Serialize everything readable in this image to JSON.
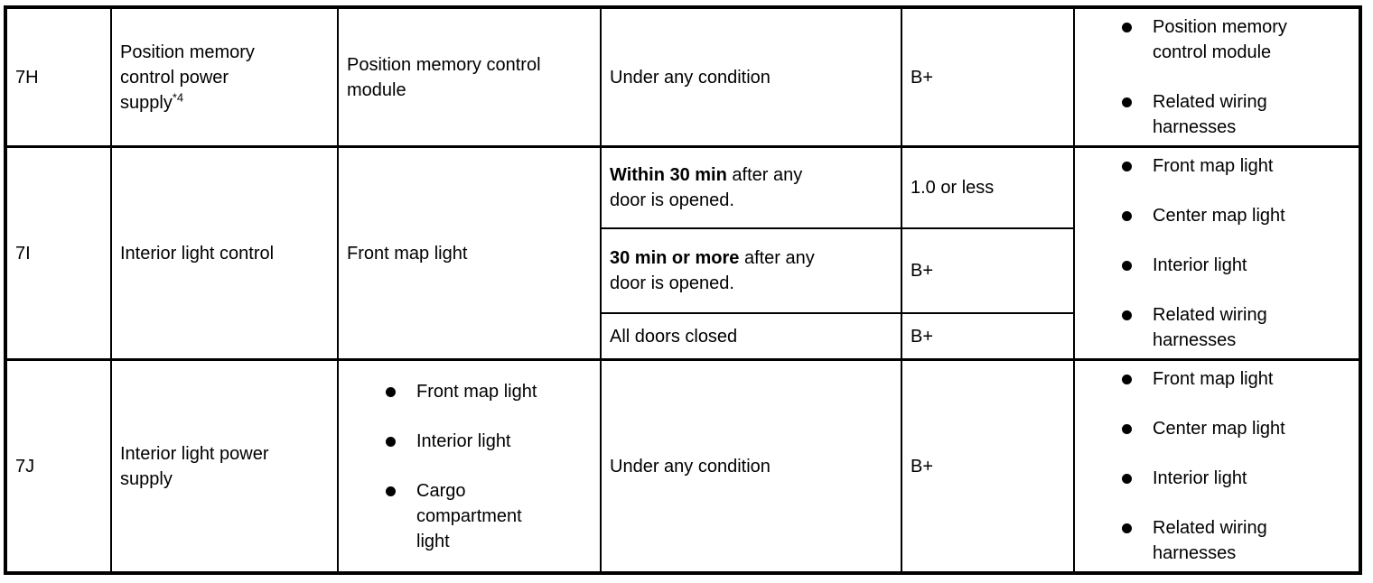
{
  "colors": {
    "background": "#ffffff",
    "text": "#000000",
    "border": "#000000"
  },
  "rows": [
    {
      "id": "7H",
      "function": "Position memory\ncontrol power\nsupply",
      "function_note_sup": "*4",
      "component": "Position memory control\nmodule",
      "conditions": [
        {
          "bold": "",
          "text": "Under any condition",
          "value": "B+"
        }
      ],
      "connected_parts": [
        "Position memory\ncontrol module",
        "Related wiring\nharnesses"
      ]
    },
    {
      "id": "7I",
      "function": "Interior light control",
      "component": "Front map light",
      "conditions": [
        {
          "bold": "Within 30 min",
          "text": " after any\ndoor is opened.",
          "value": "1.0 or less"
        },
        {
          "bold": "30 min or more",
          "text": " after any\ndoor is opened.",
          "value": "B+"
        },
        {
          "bold": "",
          "text": "All doors closed",
          "value": "B+"
        }
      ],
      "connected_parts": [
        "Front map light",
        "Center map light",
        "Interior light",
        "Related wiring\nharnesses"
      ]
    },
    {
      "id": "7J",
      "function": "Interior light power\nsupply",
      "component_items": [
        "Front map light",
        "Interior light",
        "Cargo\ncompartment\nlight"
      ],
      "conditions": [
        {
          "bold": "",
          "text": "Under any condition",
          "value": "B+"
        }
      ],
      "connected_parts": [
        "Front map light",
        "Center map light",
        "Interior light",
        "Related wiring\nharnesses"
      ]
    }
  ]
}
